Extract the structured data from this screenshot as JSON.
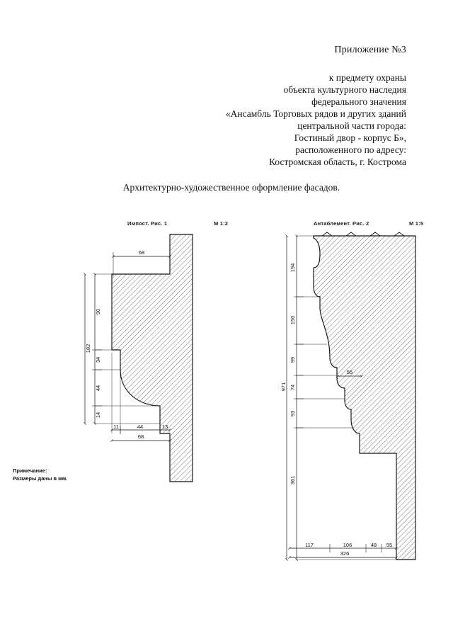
{
  "document": {
    "appendix_title": "Приложение №3",
    "header_lines": [
      "к предмету охраны",
      "объекта культурного наследия",
      "федерального значения",
      "«Ансамбль Торговых рядов и других зданий",
      "центральной части города:",
      "Гостиный двор - корпус Б»,",
      "расположенного по адресу:",
      "Костромская область, г. Кострома"
    ],
    "subtitle": "Архитектурно-художественное оформление фасадов."
  },
  "notes": {
    "heading": "Примечание:",
    "line": "Размеры даны в мм."
  },
  "figures": [
    {
      "id": "fig1",
      "caption": "Импост. Рис. 1",
      "scale": "М 1:2",
      "dimensions": {
        "top_width": "68",
        "vertical_total": "182",
        "vertical_chain": [
          "90",
          "34",
          "44",
          "14"
        ],
        "bottom_chain": [
          "11",
          "44",
          "13"
        ],
        "bottom_total": "68"
      }
    },
    {
      "id": "fig2",
      "caption": "Антаблемент. Рис. 2",
      "scale": "М 1:5",
      "dimensions": {
        "vertical_total": "971",
        "vertical_chain": [
          "194",
          "150",
          "99",
          "74",
          "93",
          "361"
        ],
        "inner_width": "55",
        "bottom_chain": [
          "117",
          "106",
          "48",
          "55"
        ],
        "bottom_total": "326"
      }
    }
  ],
  "style": {
    "line_color": "#111111",
    "hatch_color": "#333333",
    "paper_color": "#ffffff"
  }
}
